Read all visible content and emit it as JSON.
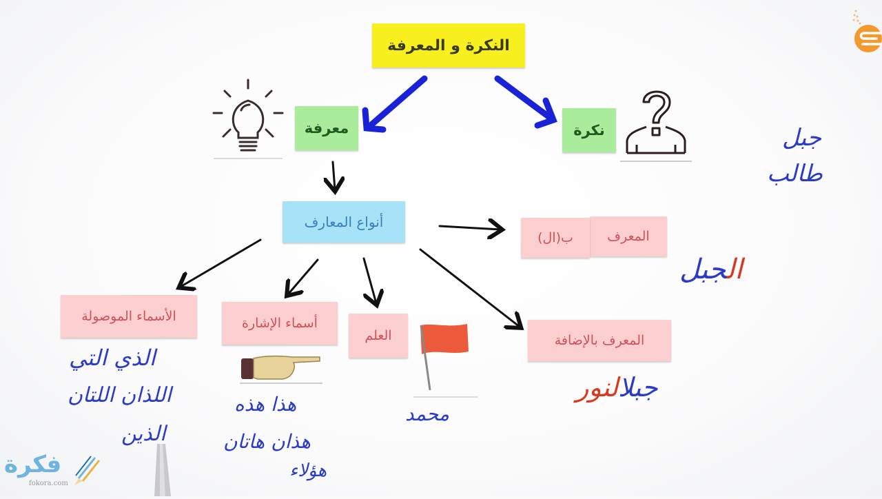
{
  "title": "النكرة و المعرفة",
  "branches": {
    "left": {
      "label": "معرفة",
      "icon": "lightbulb-icon"
    },
    "right": {
      "label": "نكرة",
      "icon": "person-question-icon"
    }
  },
  "types_heading": "أنواع المعارف",
  "types": [
    {
      "label": "الأسماء الموصولة",
      "examples": [
        "الذي  التي",
        "اللذان  اللتان",
        "الذين"
      ]
    },
    {
      "label": "أسماء الإشارة",
      "icon": "pointing-hand-icon",
      "examples": [
        "هذا   هذه",
        "هذان  هاتان",
        "هؤلاء"
      ]
    },
    {
      "label": "العلم",
      "icon": "flag-icon",
      "examples": [
        "محمد"
      ]
    },
    {
      "label": "المعرف بالإضافة",
      "examples": [
        "جبل النور"
      ]
    },
    {
      "label_part1": "المعرف",
      "label_part2": "ب(ال)",
      "examples": [
        "الجبل"
      ]
    }
  ],
  "annotations": {
    "indefinite_example_line1": "جبل",
    "indefinite_example_line2": "طالب",
    "al_example_prefix": "ال",
    "al_example_word": "جبل",
    "idafa_first": "جبل",
    "idafa_second": "النور"
  },
  "watermark": {
    "text": "فكرة",
    "domain": "fokora.com"
  },
  "colors": {
    "title_note": "#f7f01e",
    "green_note": "#a8ec9c",
    "blue_note": "#a7e2f6",
    "pink_note": "#fbcfcf",
    "marker_blue": "#2a3bc6",
    "marker_red": "#d63a1e",
    "logo_orange": "#f29a2e"
  }
}
